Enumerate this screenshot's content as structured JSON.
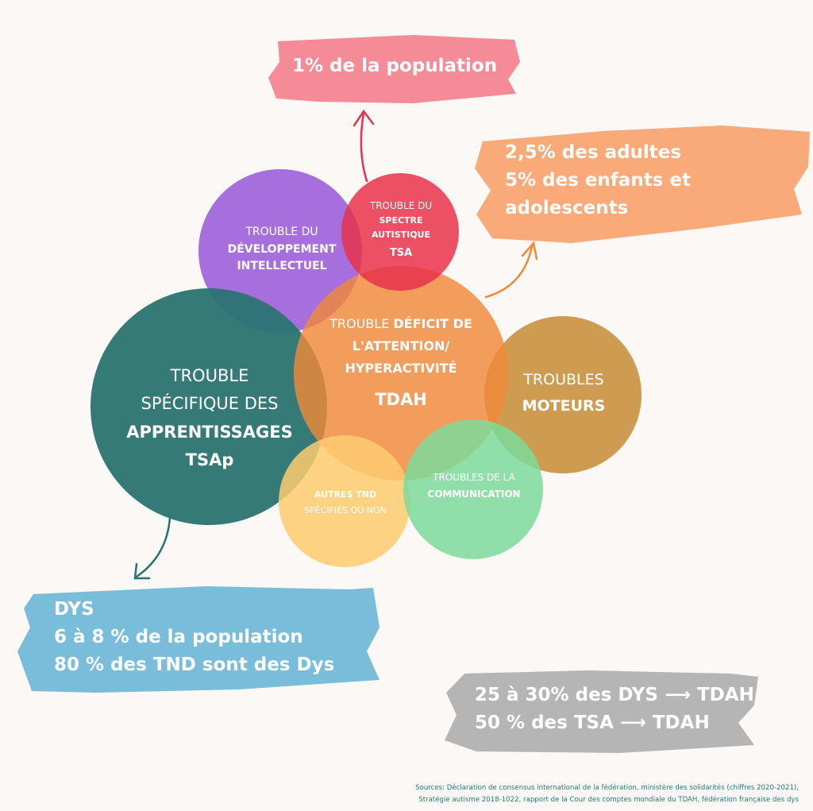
{
  "circles": {
    "developpement": {
      "line1": "TROUBLE DU",
      "line2": "DÉVELOPPEMENT",
      "line3": "INTELLECTUEL",
      "color": "#9b5bd9"
    },
    "tsa": {
      "line1": "TROUBLE DU",
      "line2": "SPECTRE",
      "line3": "AUTISTIQUE",
      "line4": "TSA",
      "color": "#e8334a"
    },
    "tdah": {
      "line1a": "TROUBLE ",
      "line1b": "DÉFICIT DE",
      "line2": "L'ATTENTION/",
      "line3": "HYPERACTIVITÉ",
      "line4": "TDAH",
      "color": "#f0893a"
    },
    "tsap": {
      "line1": "TROUBLE",
      "line2": "SPÉCIFIQUE DES",
      "line3": "APPRENTISSAGES",
      "line4": "TSAp",
      "color": "#2a7370"
    },
    "moteurs": {
      "line1": "TROUBLES",
      "line2": "MOTEURS",
      "color": "#c9913e"
    },
    "autres": {
      "line1": "AUTRES TND",
      "line2": "SPÉCIFIÉS OU NON",
      "color": "#fdcb6e"
    },
    "communication": {
      "line1": "TROUBLES DE LA",
      "line2": "COMMUNICATION",
      "color": "#7ddb9a"
    }
  },
  "notes": {
    "tsa": {
      "line1": "1% de la population",
      "color": "#f47e8c"
    },
    "tdah": {
      "line1": "2,5% des adultes",
      "line2": "5% des enfants et",
      "line3": "adolescents",
      "color": "#f9a06a"
    },
    "dys": {
      "line1": "DYS",
      "line2": "6 à 8 % de la population",
      "line3": "80 % des TND sont des Dys",
      "color": "#6ab6d8"
    },
    "comorbidity": {
      "line1": "25 à 30% des DYS ⟶ TDAH",
      "line2": "50 % des TSA ⟶ TDAH",
      "color": "#a9a9a9"
    }
  },
  "sources": {
    "line1": "Sources: Déclaration de consensus international de la fédération, ministère des solidarités (chiffres 2020-2021),",
    "line2": "Stratégie autisme 2018-1022, rapport de la Cour des comptes mondiale du TDAH, fédération française des dys"
  }
}
